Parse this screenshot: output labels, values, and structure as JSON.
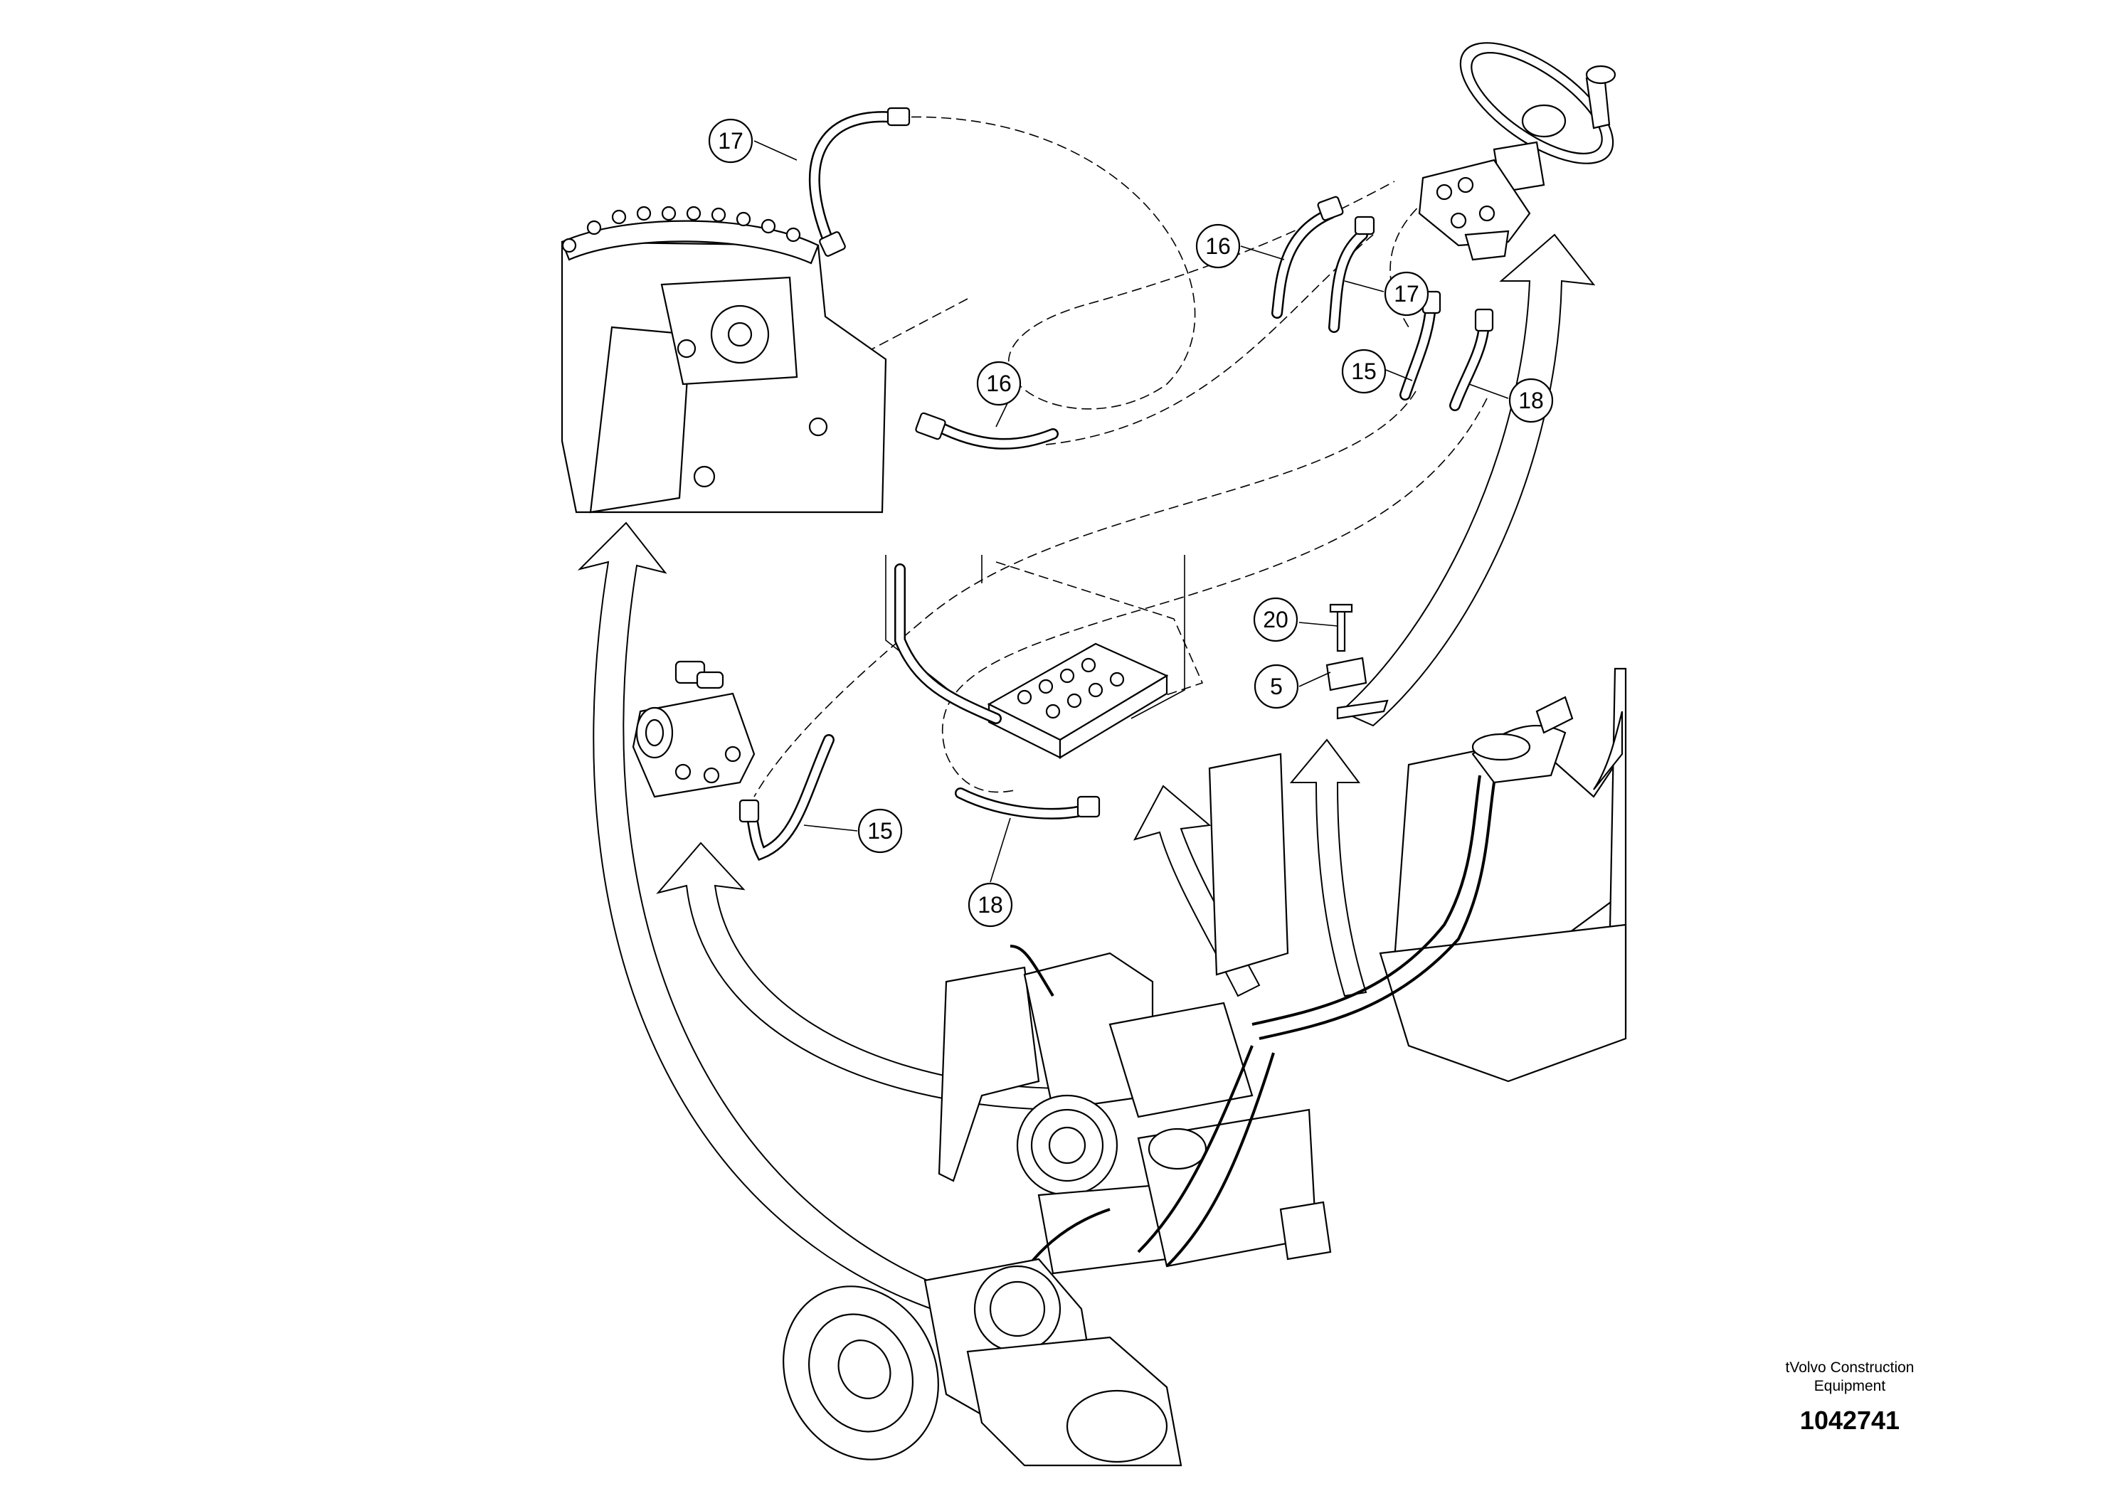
{
  "callouts": [
    {
      "id": "c17a",
      "label": "17"
    },
    {
      "id": "c16a",
      "label": "16"
    },
    {
      "id": "c16b",
      "label": "16"
    },
    {
      "id": "c17b",
      "label": "17"
    },
    {
      "id": "c15a",
      "label": "15"
    },
    {
      "id": "c18a",
      "label": "18"
    },
    {
      "id": "c20",
      "label": "20"
    },
    {
      "id": "c5",
      "label": "5"
    },
    {
      "id": "c15b",
      "label": "15"
    },
    {
      "id": "c18b",
      "label": "18"
    }
  ],
  "footer": {
    "maker_line1": "tVolvo Construction",
    "maker_line2": "Equipment",
    "doc_number": "1042741"
  }
}
